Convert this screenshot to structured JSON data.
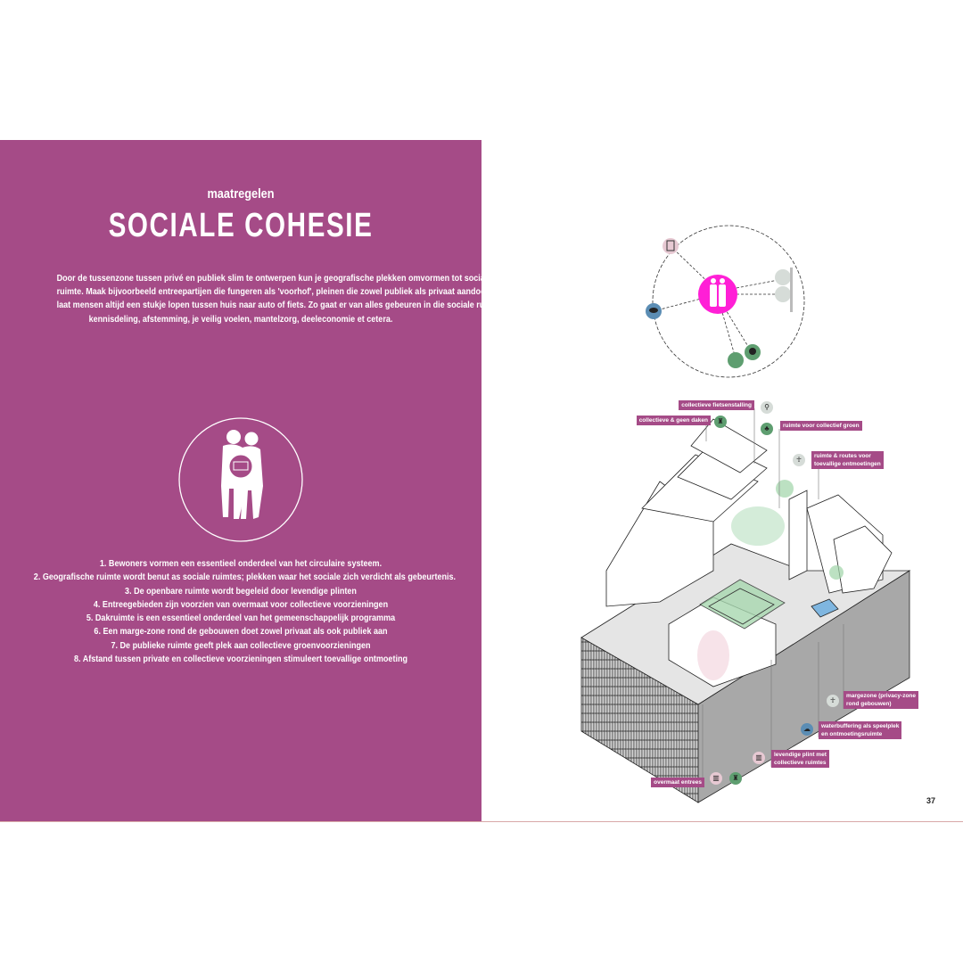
{
  "left_page": {
    "subtitle": "maatregelen",
    "title": "SOCIALE COHESIE",
    "paragraph_lines": [
      "Door de tussenzone tussen privé en publiek slim te ontwerpen kun je geografische plekken omvormen tot sociale",
      "ruimte. Maak bijvoorbeeld entreepartijen die fungeren als 'voorhof', pleinen die zowel publiek als privaat aandoen en",
      "laat mensen altijd een stukje lopen tussen huis naar auto of fiets. Zo gaat er van alles gebeuren in die sociale ruimtes:",
      "kennisdeling, afstemming, je veilig voelen, mantelzorg, deeleconomie et cetera."
    ],
    "measures": [
      "1. Bewoners vormen een essentieel onderdeel van het circulaire systeem.",
      "2. Geografische ruimte wordt benut as sociale ruimtes; plekken waar het sociale zich verdicht als gebeurtenis.",
      "3. De openbare ruimte wordt begeleid door levendige plinten",
      "4. Entreegebieden zijn voorzien van overmaat voor collectieve voorzieningen",
      "5. Dakruimte is een essentieel onderdeel van het gemeenschappelijk programma",
      "6. Een marge-zone rond de gebouwen doet zowel privaat als ook publiek aan",
      "7. De publieke ruimte geeft plek aan collectieve groenvoorzieningen",
      "8. Afstand tussen private en collectieve voorzieningen stimuleert toevallige ontmoeting"
    ]
  },
  "diagram": {
    "labels": {
      "fietsenstalling": "collectieve fietsenstalling",
      "daken": "collectieve & geen  daken",
      "groen": "ruimte voor collectief groen",
      "routes": [
        "ruimte & routes voor",
        "toevallige ontmoetingen"
      ],
      "margezone": [
        "margezone (privacy-zone",
        "rond gebouwen)"
      ],
      "waterbuffering": [
        "waterbuffering als speelplek",
        "en ontmoetingsruimte"
      ],
      "plint": [
        "levendige plint met",
        "collectieve ruimtes"
      ],
      "entrees": "overmaat entrees"
    }
  },
  "page_number": "37",
  "colors": {
    "purple": "#a54b87",
    "magenta": "#ff1fd6",
    "green": "#5e9e70",
    "pink": "#e7c9d3",
    "blue": "#5b8db4",
    "grey": "#d6dcd8"
  }
}
